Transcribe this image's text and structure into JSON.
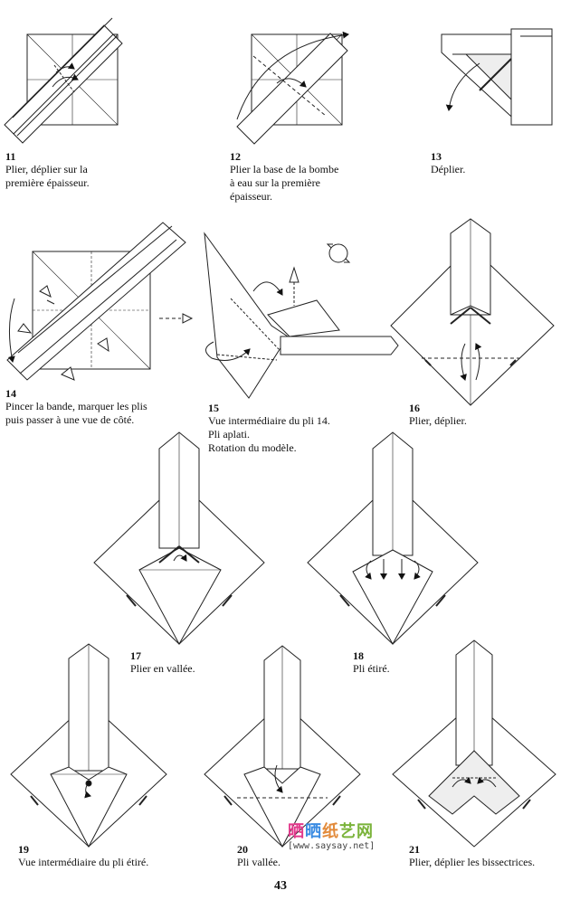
{
  "steps": [
    {
      "num": "11",
      "lines": [
        "Plier, déplier sur la",
        "première épaisseur."
      ]
    },
    {
      "num": "12",
      "lines": [
        "Plier la base de la bombe",
        "à eau sur la première",
        "épaisseur."
      ]
    },
    {
      "num": "13",
      "lines": [
        "Déplier."
      ]
    },
    {
      "num": "14",
      "lines": [
        "Pincer la bande, marquer les plis",
        "puis passer à une vue de côté."
      ]
    },
    {
      "num": "15",
      "lines": [
        "Vue intermédiaire du pli 14.",
        "Pli aplati.",
        "Rotation du modèle."
      ]
    },
    {
      "num": "16",
      "lines": [
        "Plier, déplier."
      ]
    },
    {
      "num": "17",
      "lines": [
        "Plier en vallée."
      ]
    },
    {
      "num": "18",
      "lines": [
        "Pli étiré."
      ]
    },
    {
      "num": "19",
      "lines": [
        "Vue intermédiaire du pli étiré."
      ]
    },
    {
      "num": "20",
      "lines": [
        "Pli vallée."
      ]
    },
    {
      "num": "21",
      "lines": [
        "Plier, déplier les bissectrices."
      ]
    }
  ],
  "watermark": {
    "logo_parts": [
      "晒",
      "晒",
      "纸",
      "艺网"
    ],
    "url": "[www.saysay.net]"
  },
  "page_number": "43"
}
